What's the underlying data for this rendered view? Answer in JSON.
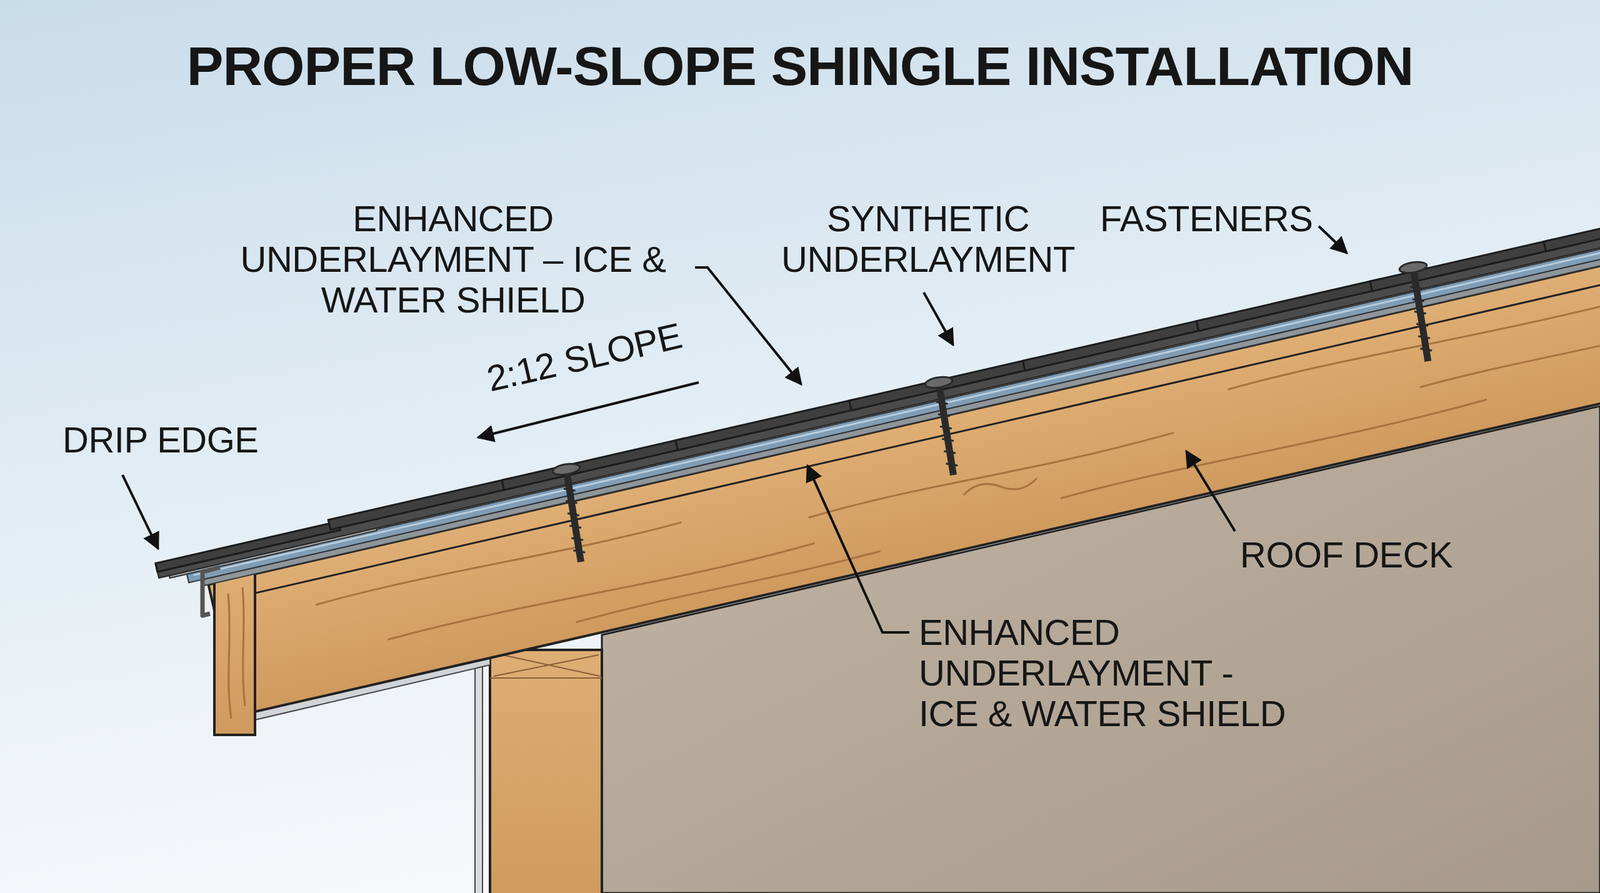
{
  "diagram": {
    "title": "PROPER LOW-SLOPE SHINGLE INSTALLATION",
    "labels": [
      "ENHANCED UNDERLAYMENT – ICE & WATER SHIELD",
      "SYNTHETIC UNDERLAYMENT",
      "FASTENERS",
      "2:12 SLOPE",
      "DRIP EDGE",
      "ROOF DECK",
      "ENHANCED UNDERLAYMENT - ICE & WATER SHIELD"
    ]
  }
}
